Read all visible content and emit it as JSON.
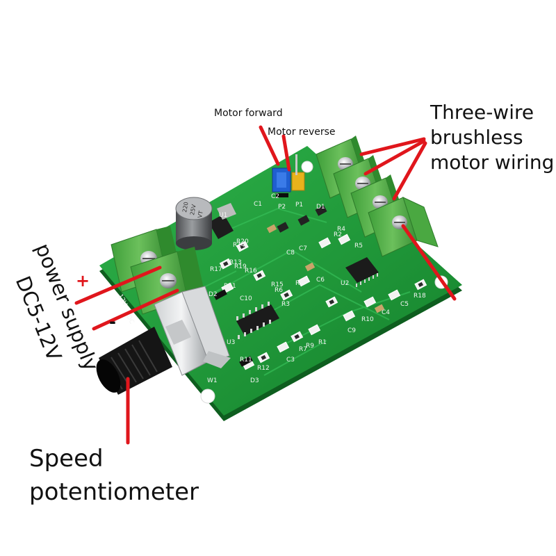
{
  "labels": {
    "motor_forward": "Motor forward",
    "motor_reverse": "Motor reverse",
    "wiring_line1": "Three-wire",
    "wiring_line2": "brushless",
    "wiring_line3": "motor wiring",
    "speed_line1": "Speed",
    "speed_line2": "potentiometer",
    "power_line1": "power supply",
    "power_line2": "DC5-12V",
    "plus": "+",
    "minus": "-"
  },
  "board": {
    "capacitor_text": [
      "220",
      "25V",
      "VT"
    ],
    "silkscreen": [
      "C1",
      "C2",
      "P1",
      "P2",
      "U1",
      "U2",
      "U3",
      "W1",
      "D1",
      "D2",
      "D3",
      "C3",
      "C4",
      "C5",
      "C6",
      "C7",
      "C8",
      "C9",
      "C10",
      "R1",
      "R2",
      "R3",
      "R4",
      "R5",
      "R6",
      "R7",
      "R8",
      "R9",
      "R10",
      "R11",
      "R12",
      "R13",
      "R14",
      "R15",
      "R16",
      "R17",
      "R18",
      "R19",
      "R20",
      "R21",
      "DC",
      "12V"
    ]
  },
  "colors": {
    "pcb_green": "#1f9a37",
    "terminal_green": "#55b24a",
    "annotation_red": "#e0161c",
    "jumper_blue": "#1f5fd0",
    "jumper_yellow": "#e8b21c"
  }
}
